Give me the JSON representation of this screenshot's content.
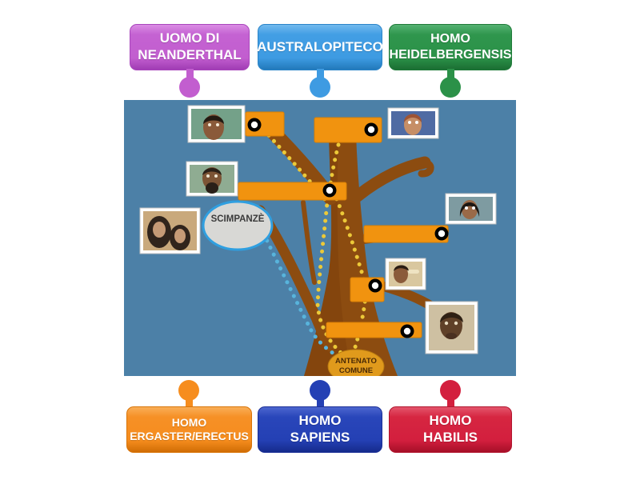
{
  "activity": {
    "top_labels": [
      {
        "text": "UOMO DI\nNEANDERTHAL",
        "color": "#c25ecf"
      },
      {
        "text": "AUSTRALOPITECO",
        "color": "#3e9be2"
      },
      {
        "text": "HOMO\nHEIDELBERGENSIS",
        "color": "#2b9148"
      }
    ],
    "bottom_labels": [
      {
        "text": "HOMO\nERGASTER/ERECTUS",
        "color": "#f68d1e"
      },
      {
        "text": "HOMO\nSAPIENS",
        "color": "#2440b4"
      },
      {
        "text": "HOMO\nHABILIS",
        "color": "#d31f3e"
      }
    ],
    "diagram": {
      "background_color": "#4c80a7",
      "tree_color": "#8c4c10",
      "target_box_color": "#f1930f",
      "chimp_label": "SCIMPANZÈ",
      "ancestor_label_line1": "ANTENATO",
      "ancestor_label_line2": "COMUNE"
    }
  }
}
